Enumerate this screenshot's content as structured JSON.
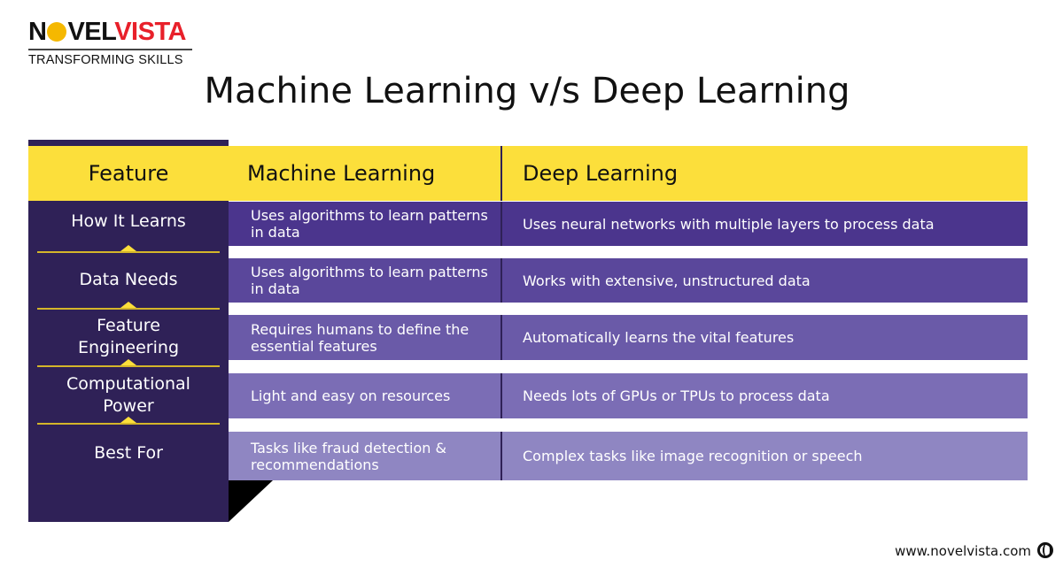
{
  "logo": {
    "text_dark": "N",
    "text_dark2": "VEL",
    "text_red": "VISTA",
    "tagline": "TRANSFORMING SKILLS"
  },
  "title": "Machine Learning v/s Deep Learning",
  "headers": [
    "Feature",
    "Machine Learning",
    "Deep Learning"
  ],
  "rows": [
    {
      "feature": "How It Learns",
      "ml": "Uses algorithms to learn patterns in data",
      "dl": "Uses neural networks with multiple layers to process data",
      "color": "#4b358d"
    },
    {
      "feature": "Data Needs",
      "ml": "Uses algorithms to learn patterns in data",
      "dl": "Works with extensive, unstructured data",
      "color": "#5a479b"
    },
    {
      "feature": "Feature Engineering",
      "ml": "Requires humans to define the essential features",
      "dl": "Automatically learns the vital features",
      "color": "#6a5aa8"
    },
    {
      "feature": "Computational Power",
      "ml": "Light and easy on resources",
      "dl": "Needs lots of GPUs or TPUs to process data",
      "color": "#7b6db5"
    },
    {
      "feature": "Best For",
      "ml": "Tasks like fraud detection & recommendations",
      "dl": "Complex tasks like image recognition or speech",
      "color": "#8f86c2"
    }
  ],
  "footer": {
    "url": "www.novelvista.com",
    "icon": "globe-icon"
  }
}
